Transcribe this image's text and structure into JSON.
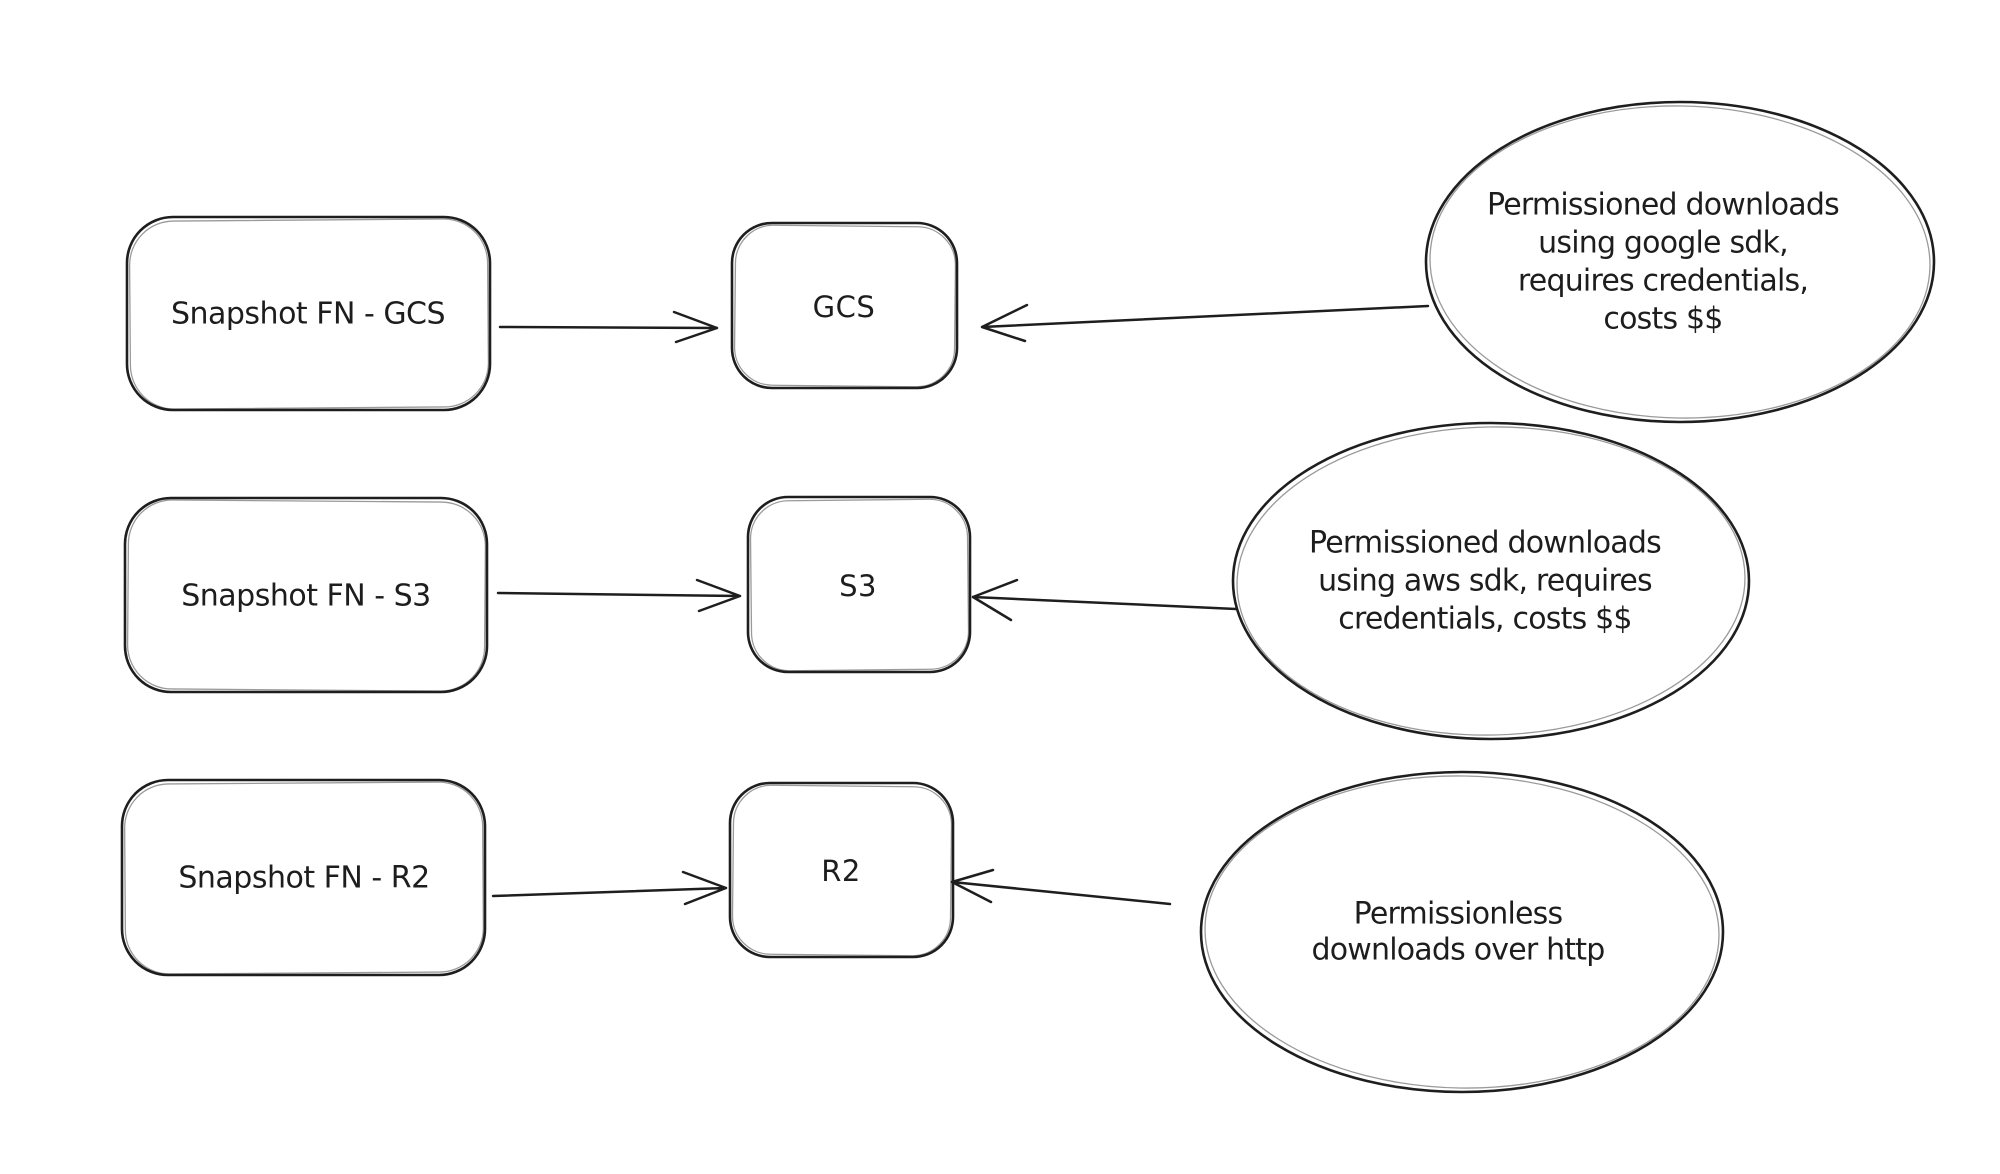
{
  "diagram": {
    "background_color": "#ffffff",
    "ink_color": "#1e1e1e",
    "rows": [
      {
        "id": "gcs",
        "source_label": "Snapshot FN - GCS",
        "target_label": "GCS",
        "note_lines": [
          "Permissioned downloads",
          "using google sdk,",
          "requires credentials,",
          "costs $$"
        ]
      },
      {
        "id": "s3",
        "source_label": "Snapshot FN - S3",
        "target_label": "S3",
        "note_lines": [
          "Permissioned downloads",
          "using aws sdk, requires",
          "credentials, costs $$"
        ]
      },
      {
        "id": "r2",
        "source_label": "Snapshot FN - R2",
        "target_label": "R2",
        "note_lines": [
          "Permissionless",
          "downloads over http"
        ]
      }
    ]
  }
}
